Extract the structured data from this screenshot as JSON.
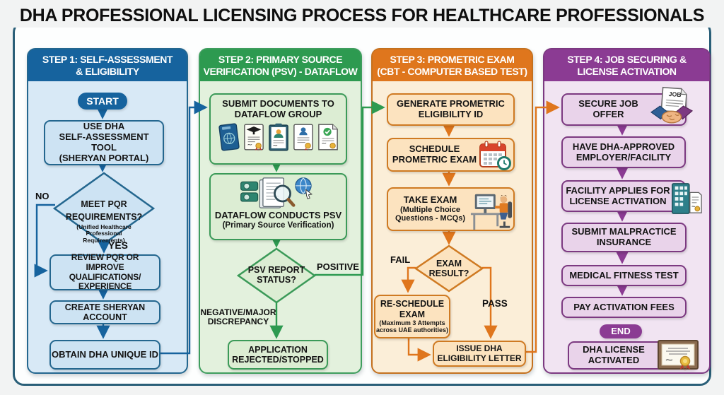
{
  "title": "DHA PROFESSIONAL LICENSING PROCESS FOR HEALTHCARE PROFESSIONALS",
  "step1": {
    "header": "STEP 1: SELF-ASSESSMENT\n& ELIGIBILITY",
    "start_label": "START",
    "use_tool": "USE DHA\nSELF-ASSESSMENT TOOL\n(SHERYAN PORTAL)",
    "decision_title": "MEET PQR\nREQUIREMENTS?",
    "decision_sub": "(Unified Healthcare\nProfessional\nRequirements)",
    "label_no": "NO",
    "label_yes": "YES",
    "review": "REVIEW PQR OR\nIMPROVE QUALIFICATIONS/\nEXPERIENCE",
    "create_account": "CREATE SHERYAN ACCOUNT",
    "obtain_id": "OBTAIN DHA UNIQUE ID"
  },
  "step2": {
    "header": "STEP 2: PRIMARY SOURCE\nVERIFICATION (PSV) - DATAFLOW",
    "submit_docs": "SUBMIT DOCUMENTS TO\nDATAFLOW GROUP",
    "conducts_title": "DATAFLOW CONDUCTS PSV",
    "conducts_sub": "(Primary Source Verification)",
    "decision_title": "PSV REPORT\nSTATUS?",
    "label_positive": "POSITIVE",
    "label_negative": "NEGATIVE/MAJOR\nDISCREPANCY",
    "rejected": "APPLICATION\nREJECTED/STOPPED"
  },
  "step3": {
    "header": "STEP 3: PROMETRIC EXAM\n(CBT - COMPUTER BASED TEST)",
    "generate": "GENERATE PROMETRIC\nELIGIBILITY ID",
    "schedule": "SCHEDULE\nPROMETRIC EXAM",
    "take_title": "TAKE EXAM",
    "take_sub": "(Multiple Choice\nQuestions - MCQs)",
    "decision_title": "EXAM\nRESULT?",
    "label_fail": "FAIL",
    "label_pass": "PASS",
    "reschedule_title": "RE-SCHEDULE\nEXAM",
    "reschedule_sub": "(Maximum 3 Attempts\nacross UAE authorities)",
    "issue_letter": "ISSUE DHA\nELIGIBILITY LETTER"
  },
  "step4": {
    "header": "STEP 4: JOB SECURING &\nLICENSE ACTIVATION",
    "secure_job": "SECURE JOB OFFER",
    "job_doc_label": "JOB",
    "employer": "HAVE DHA-APPROVED\nEMPLOYER/FACILITY",
    "facility_applies": "FACILITY APPLIES FOR\nLICENSE ACTIVATION",
    "malpractice": "SUBMIT MALPRACTICE\nINSURANCE",
    "fitness": "MEDICAL FITNESS TEST",
    "fees": "PAY ACTIVATION FEES",
    "end_label": "END",
    "activated": "DHA LICENSE\nACTIVATED"
  },
  "colors": {
    "frame": "#2A5F78",
    "step1_accent": "#16639E",
    "step2_accent": "#2D9A50",
    "step3_accent": "#DF761D",
    "step4_accent": "#8B3B93"
  },
  "icons": {
    "step2_documents": [
      "passport-icon",
      "diploma-icon",
      "clipboard-person-icon",
      "applicant-document-icon",
      "verified-document-icon"
    ],
    "step2_verification": "psv-verification-icon",
    "step3_schedule": "calendar-clock-icon",
    "step3_exam": "computer-test-icon",
    "step4_job": "job-offer-handshake-icon",
    "step4_facility": "facility-building-icon",
    "step4_license": "license-certificate-icon"
  }
}
